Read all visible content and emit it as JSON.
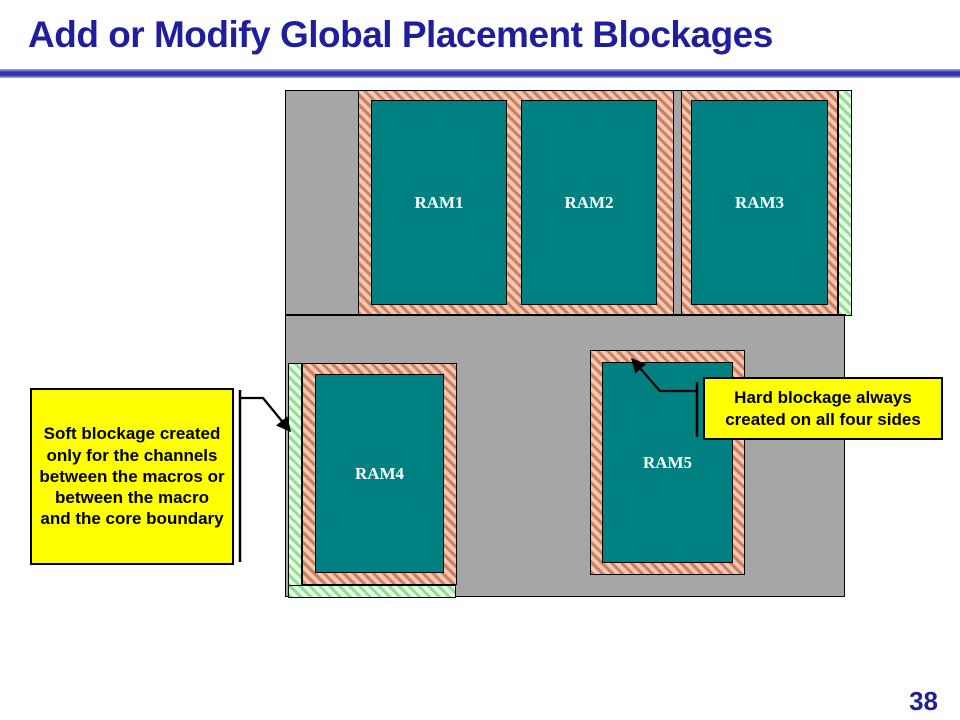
{
  "slide": {
    "title": "Add or Modify Global Placement Blockages",
    "page_number": "38"
  },
  "diagram": {
    "macros": [
      {
        "label": "RAM1"
      },
      {
        "label": "RAM2"
      },
      {
        "label": "RAM3"
      },
      {
        "label": "RAM4"
      },
      {
        "label": "RAM5"
      }
    ],
    "callouts": {
      "soft_blockage": "Soft blockage created only for the channels between the macros or between the macro and the core boundary",
      "hard_blockage": "Hard blockage always created on all four sides"
    },
    "colors": {
      "title": "#1F1F9E",
      "core_fill": "#A6A6A6",
      "macro_fill": "#008080",
      "hard_blockage_stripe": "#CD7F5F",
      "soft_blockage_stripe": "#8FE08F",
      "callout_fill": "#FFFF00"
    }
  }
}
